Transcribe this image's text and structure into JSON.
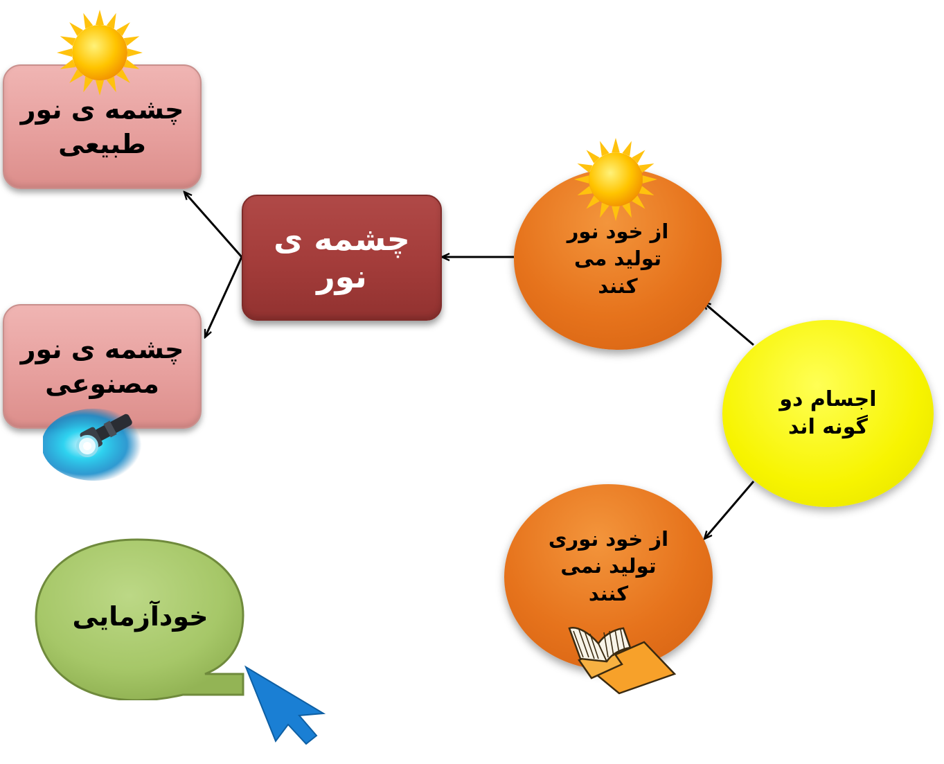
{
  "diagram": {
    "root": {
      "text": "اجسام دو گونه اند"
    },
    "self_luminous": {
      "text": "از خود نور تولید می کنند"
    },
    "non_luminous": {
      "text": "از خود نوری تولید نمی کنند"
    },
    "light_source": {
      "text": "چشمه ی نور"
    },
    "natural_source": {
      "text": "چشمه ی نور طبیعی"
    },
    "artificial_source": {
      "text": "چشمه ی نور مصنوعی"
    }
  },
  "self_test": {
    "label": "خودآزمایی"
  },
  "colors": {
    "pink_box": "#e7a09e",
    "red_box": "#a33c3a",
    "orange_circle": "#e6731c",
    "yellow_circle": "#f7f400",
    "bubble_green": "#a6c768",
    "cursor_blue": "#1a7fd4",
    "arrow": "#000000"
  },
  "icons": [
    "sun-icon",
    "flashlight-icon",
    "book-icon",
    "cursor-arrow-icon"
  ]
}
